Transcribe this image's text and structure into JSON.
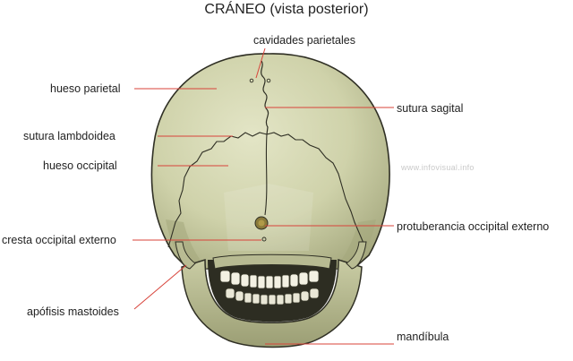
{
  "title": "CRÁNEO (vista posterior)",
  "watermark": "www.infovisual.info",
  "labels": {
    "cavidades_parietales": "cavidades parietales",
    "hueso_parietal": "hueso parietal",
    "sutura_sagital": "sutura sagital",
    "sutura_lambdoidea": "sutura lambdoidea",
    "hueso_occipital": "hueso occipital",
    "protuberancia": "protuberancia occipital externo",
    "cresta": "cresta occipital externo",
    "apofisis": "apófisis mastoides",
    "mandibula": "mandíbula"
  },
  "colors": {
    "bone": "#cdd0a8",
    "bone_shadow": "#9fa178",
    "outline": "#2f2f24",
    "leader": "#d8433a"
  }
}
